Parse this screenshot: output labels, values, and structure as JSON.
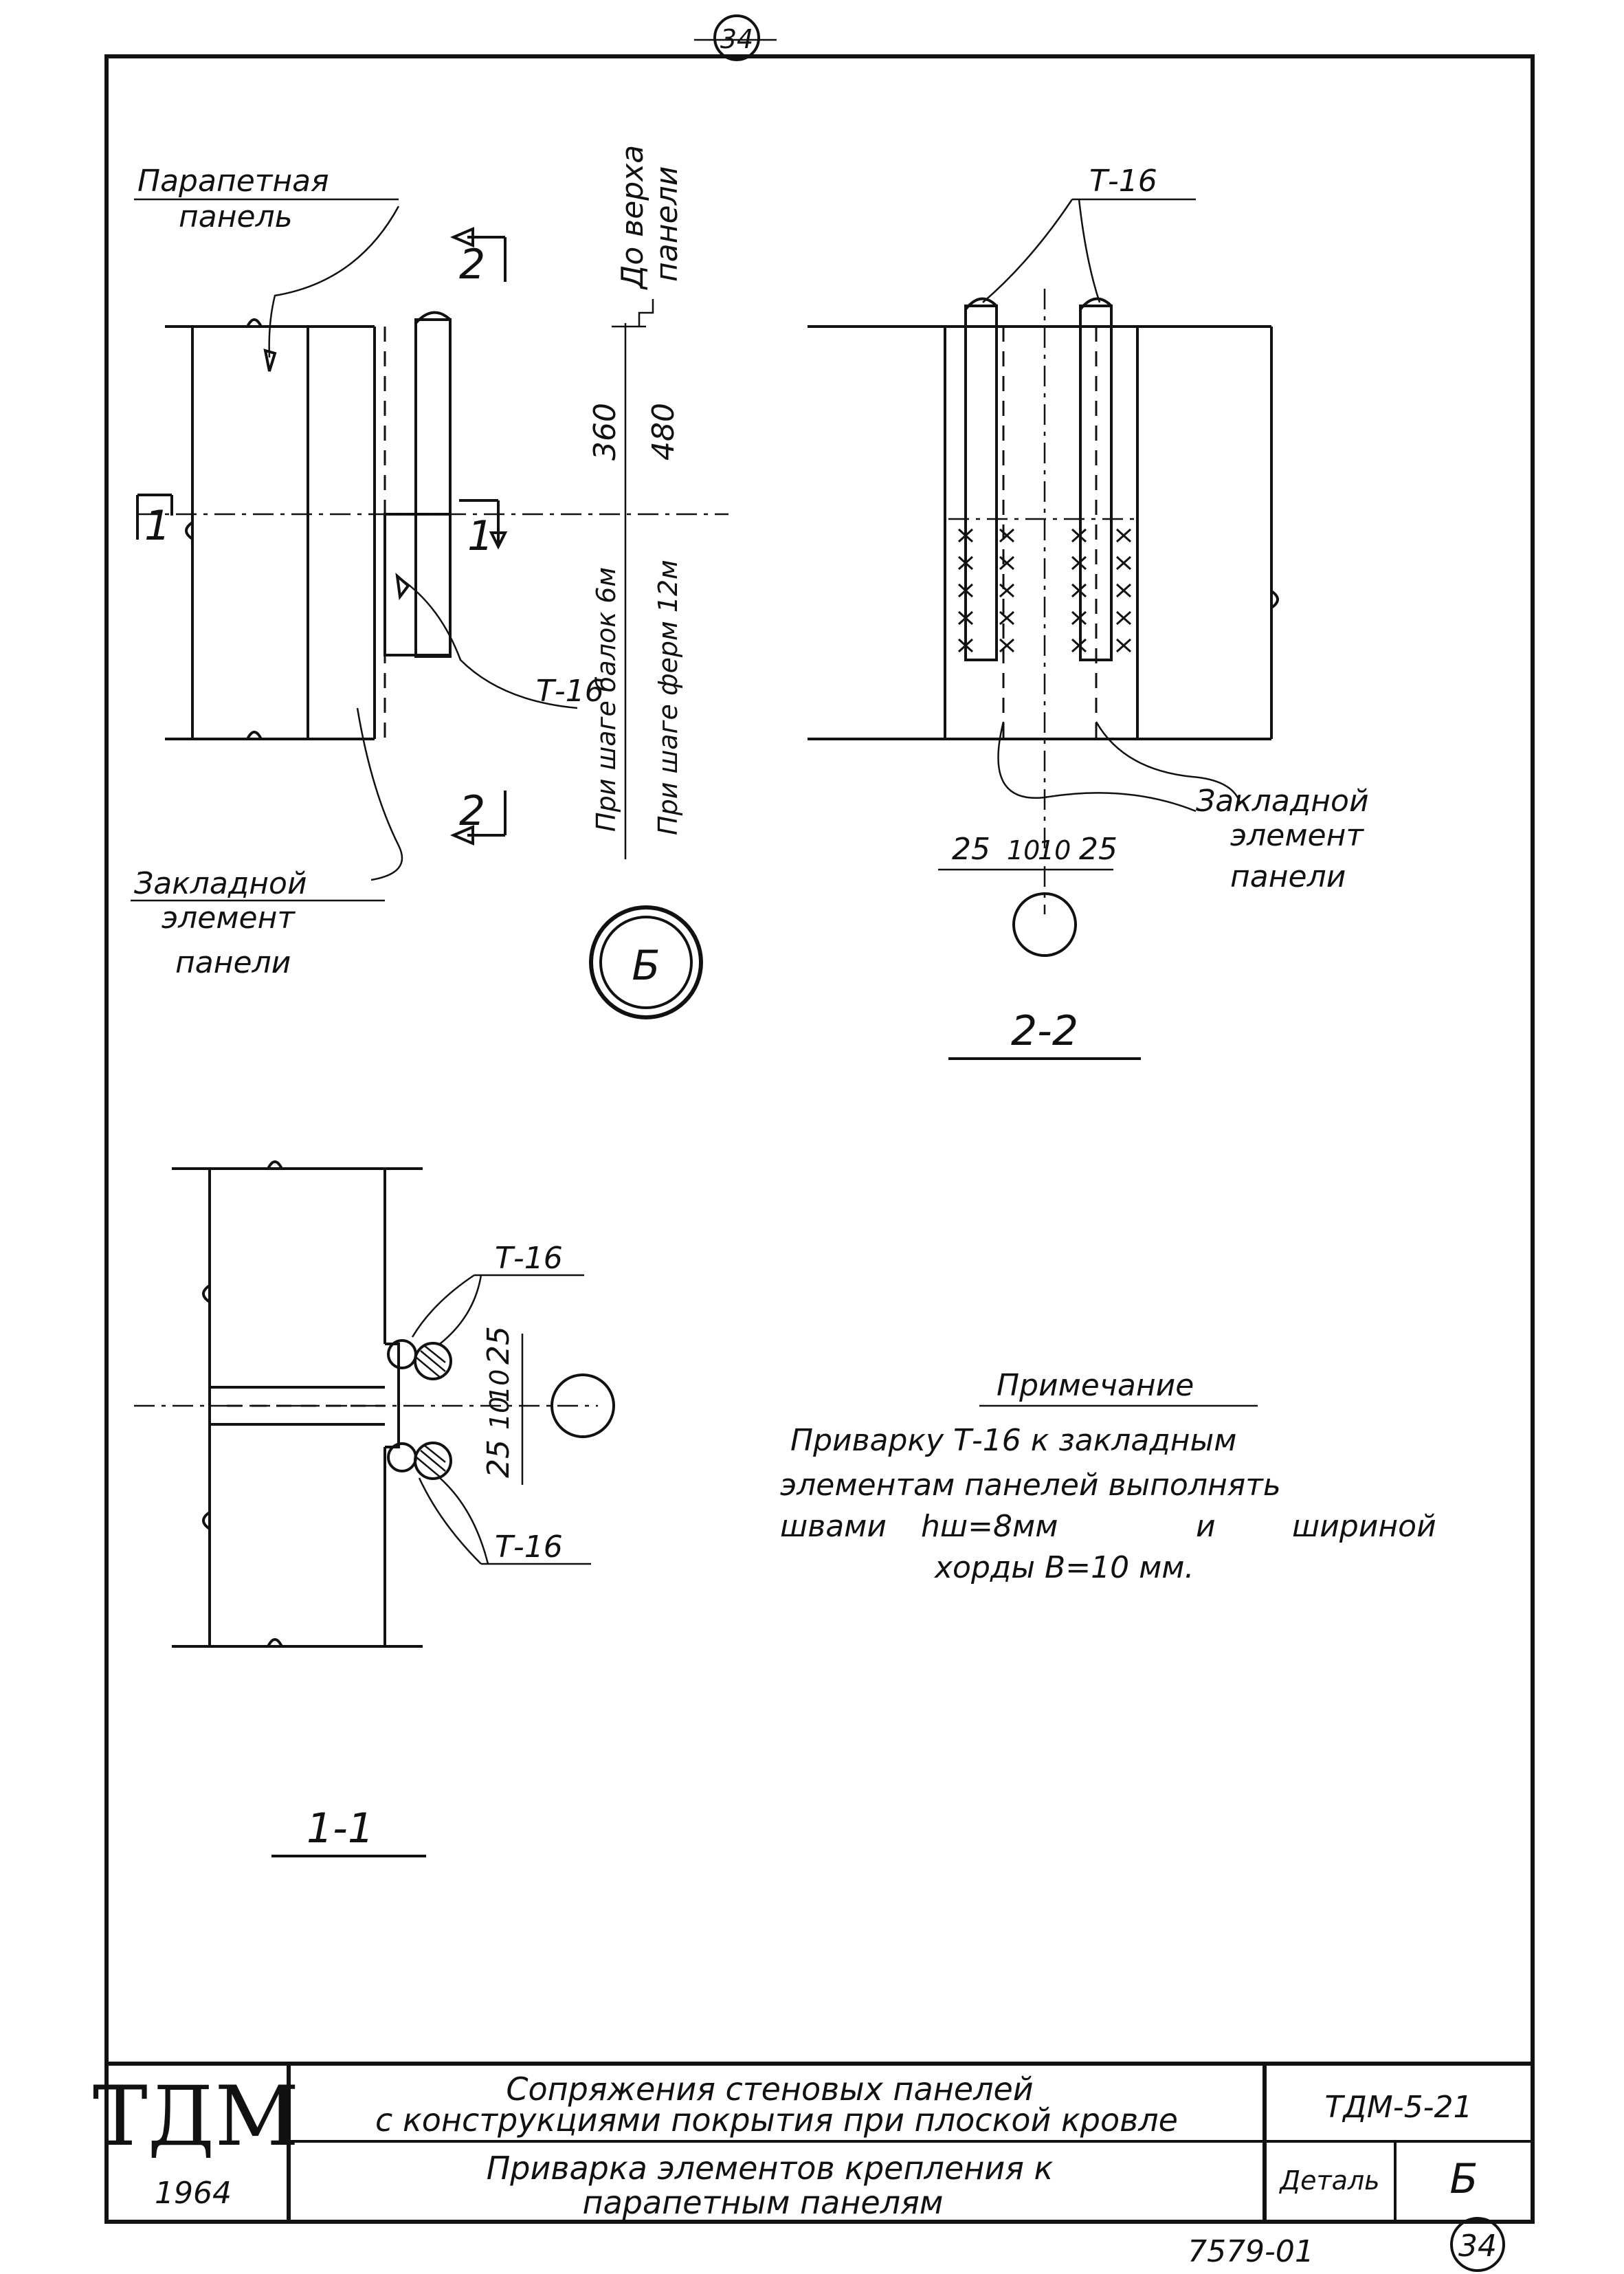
{
  "sheet_number_top": "34",
  "detail_marker": "Б",
  "view_a": {
    "parapet_label_1": "Парапетная",
    "parapet_label_2": "панель",
    "section_mark_top": "2",
    "section_mark_bottom": "2",
    "section_mark_left": "1",
    "section_mark_right": "1",
    "ref_t16": "Т-16",
    "embedded_label_1": "Закладной",
    "embedded_label_2": "элемент",
    "embedded_label_3": "панели",
    "dim_top_label_1": "До верха",
    "dim_top_label_2": "панели",
    "dim_360": "360",
    "dim_480": "480",
    "dim_beam_note": "При шаге балок 6м",
    "dim_truss_note": "При шаге ферм 12м"
  },
  "view_2_2": {
    "ref_t16": "Т-16",
    "embedded_label_1": "Закладной",
    "embedded_label_2": "элемент",
    "embedded_label_3": "панели",
    "dims": [
      "25",
      "10",
      "10",
      "25"
    ],
    "section_title": "2-2"
  },
  "view_1_1": {
    "ref_t16_top": "Т-16",
    "ref_t16_bottom": "Т-16",
    "dims": [
      "25",
      "10",
      "10",
      "25"
    ],
    "section_title": "1-1"
  },
  "note": {
    "heading": "Примечание",
    "line_1": "Приварку Т-16 к закладным",
    "line_2": "элементам панелей выполнять",
    "line_3_a": "швами",
    "line_3_b": "hш=8мм",
    "line_3_c": "и",
    "line_3_d": "шириной",
    "line_4": "хорды B=10 мм."
  },
  "title_block": {
    "logo": "ТДМ",
    "year": "1964",
    "title_line_1": "Сопряжения стеновых панелей",
    "title_line_2": "с конструкциями покрытия при плоской кровле",
    "subtitle_line_1": "Приварка элементов крепления к",
    "subtitle_line_2": "парапетным панелям",
    "doc_code": "ТДМ-5-21",
    "detail_label": "Деталь",
    "detail_value": "Б"
  },
  "footer": {
    "archive_number": "7579-01",
    "page_number": "34"
  }
}
